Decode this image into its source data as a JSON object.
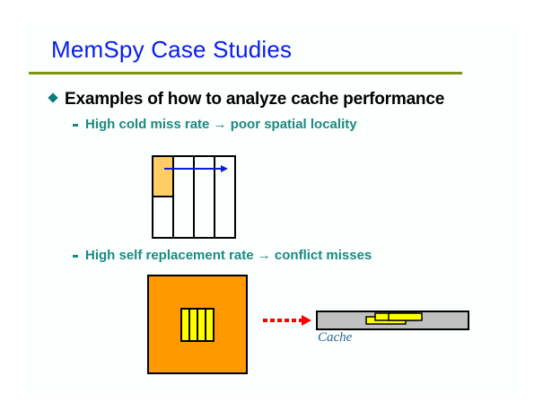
{
  "slide": {
    "title": "MemSpy Case Studies",
    "bullet": "Examples of how to analyze cache performance",
    "sub_bullets": [
      {
        "text": "High cold miss rate → poor spatial locality"
      },
      {
        "text": "High self replacement rate → conflict misses"
      }
    ],
    "diagram2": {
      "cache_label": "Cache"
    }
  },
  "colors": {
    "title": "#0a1cf0",
    "rule": "#7a9410",
    "sub_bullet": "#1a8a80",
    "light_orange": "#ffcc66",
    "orange": "#ff9900",
    "yellow": "#ffff00",
    "cache_gray": "#c0c0c0",
    "arrow_blue": "#0a1cd0",
    "arrow_red": "#ff0000"
  }
}
